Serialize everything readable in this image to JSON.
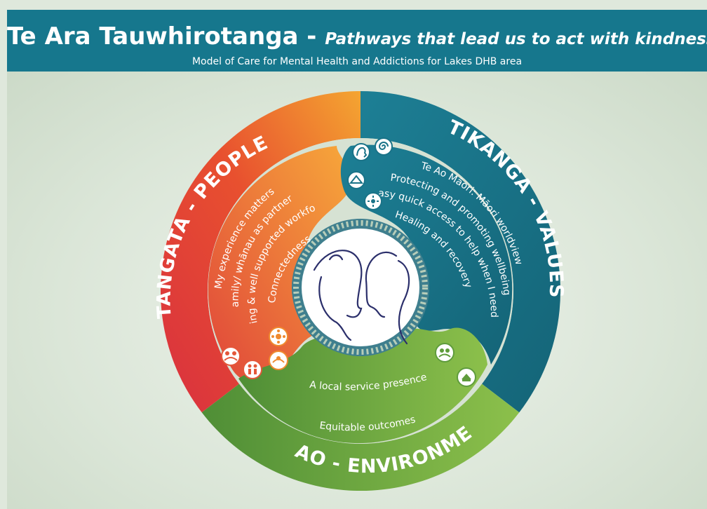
{
  "header": {
    "title_main": "Te Ara Tauwhirotanga - ",
    "title_italic": "Pathways that lead us to act with kindness",
    "subtitle": "Model of Care for Mental Health and Addictions for Lakes DHB area"
  },
  "colors": {
    "header_bg": "#16778d",
    "people_outer": "#e0393e",
    "people_inner": "#ef7d2c",
    "values": "#1a7388",
    "environment": "#5f9c3c",
    "center": "#ffffff"
  },
  "sections": {
    "people": {
      "ring_label": "TANGATA - PEOPLE",
      "items": [
        "My experience matters",
        "Family/ whānau as partners",
        "Caring & well supported workforce",
        "Connectedness"
      ],
      "icons": [
        "people-group-icon",
        "family-icon",
        "hands-icon",
        "connected-circle-icon"
      ]
    },
    "values": {
      "ring_label": "TIKANGA - VALUES",
      "items": [
        "Te Ao Māori: Māori worldview",
        "Protecting and promoting wellbeing",
        "Easy quick access to help when I need it",
        "Healing and recovery"
      ],
      "icons": [
        "head-profile-icon",
        "spiral-icon",
        "shelter-icon",
        "sunburst-icon"
      ]
    },
    "environment": {
      "ring_label": "TAIAO - ENVIRONMENT",
      "items": [
        "A local service presence",
        "Equitable outcomes"
      ],
      "icons": [
        "community-icon",
        "building-people-icon"
      ]
    }
  }
}
